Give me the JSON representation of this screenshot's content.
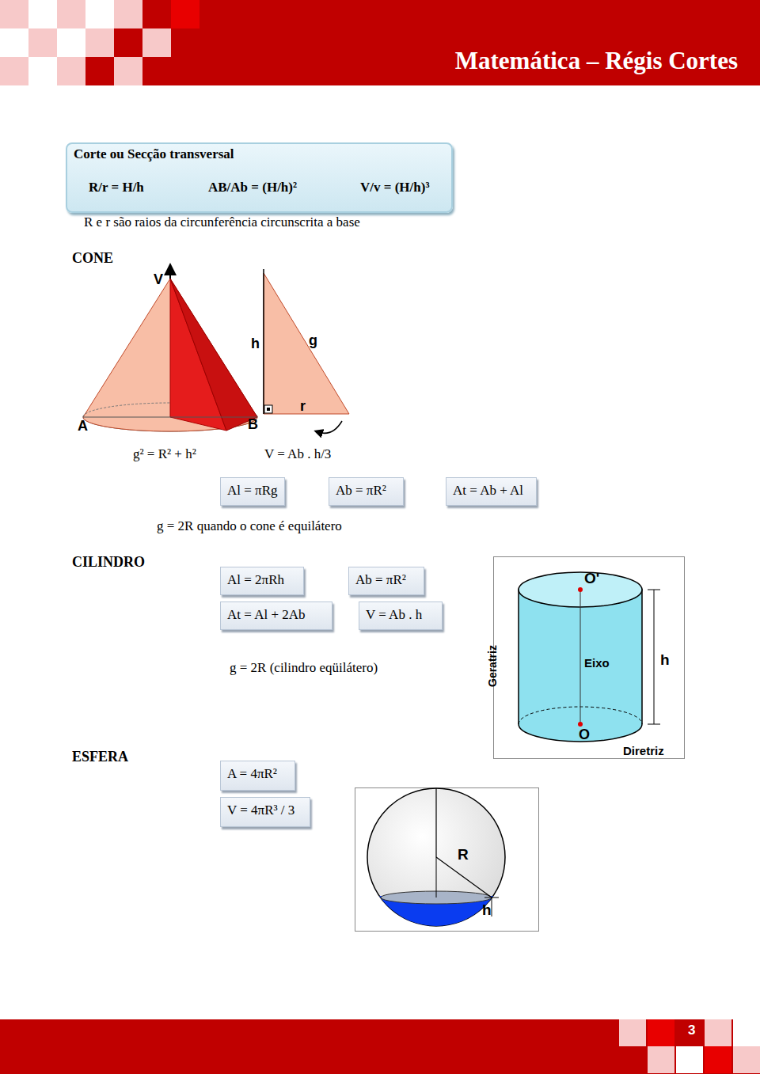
{
  "diagram": {
    "title": "Matemática – Régis Cortes",
    "nodes": [
      {
        "text": [
          "Corte ou Secção transversal",
          "R/r = H/h",
          "AB/Ab = (H/h)²",
          "V/v = (H/h)³"
        ]
      },
      {
        "text": [
          "Al = πRg"
        ]
      },
      {
        "text": [
          "Ab = πR²"
        ]
      },
      {
        "text": [
          "At = Ab + Al"
        ]
      },
      {
        "text": [
          "Al = 2πRh"
        ]
      },
      {
        "text": [
          "Ab = πR²"
        ]
      },
      {
        "text": [
          "At = Al + 2Ab"
        ]
      },
      {
        "text": [
          "V = Ab . h"
        ]
      },
      {
        "text": [
          "A = 4πR²"
        ]
      },
      {
        "text": [
          "V = 4πR³ / 3"
        ]
      }
    ],
    "labels": [
      "R e r são raios da circunferência circunscrita a base",
      "CONE",
      "V",
      "h",
      "g",
      "A",
      "B",
      "r",
      "g² = R² + h²",
      "V = Ab . h/3",
      "g = 2R quando o cone é equilátero",
      "CILINDRO",
      "g = 2R (cilindro eqüilátero)",
      "O'",
      "Geratriz",
      "Eixo",
      "h",
      "O",
      "Diretriz",
      "ESFERA",
      "R",
      "h",
      "3"
    ]
  }
}
